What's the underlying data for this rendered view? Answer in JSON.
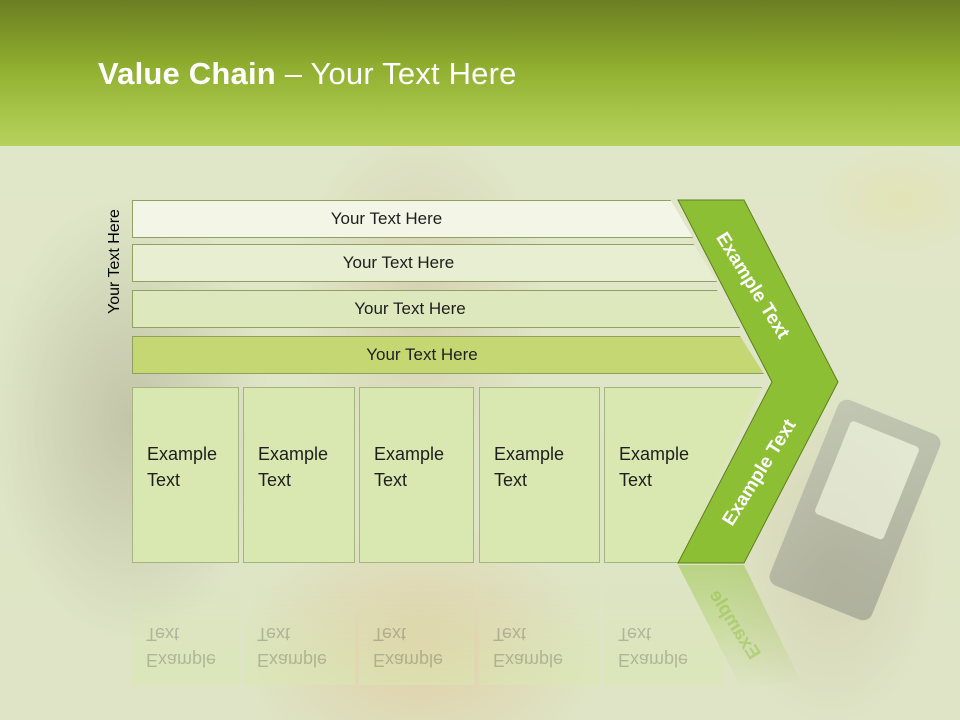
{
  "slide": {
    "title_bold": "Value Chain",
    "title_rest": " – Your Text Here",
    "side_label": "Your Text Here",
    "rows": [
      "Your Text Here",
      "Your Text Here",
      "Your Text Here",
      "Your Text Here"
    ],
    "boxes": [
      {
        "line1": "Example",
        "line2": "Text"
      },
      {
        "line1": "Example",
        "line2": "Text"
      },
      {
        "line1": "Example",
        "line2": "Text"
      },
      {
        "line1": "Example",
        "line2": "Text"
      },
      {
        "line1": "Example",
        "line2": "Text"
      }
    ],
    "chevron_top": "Example Text",
    "chevron_bottom": "Example Text",
    "chevron_reflection": "Example"
  },
  "colors": {
    "header": "#8fad2e",
    "chevron": "#8cbf34",
    "box_fill": "#d9e8b0"
  }
}
